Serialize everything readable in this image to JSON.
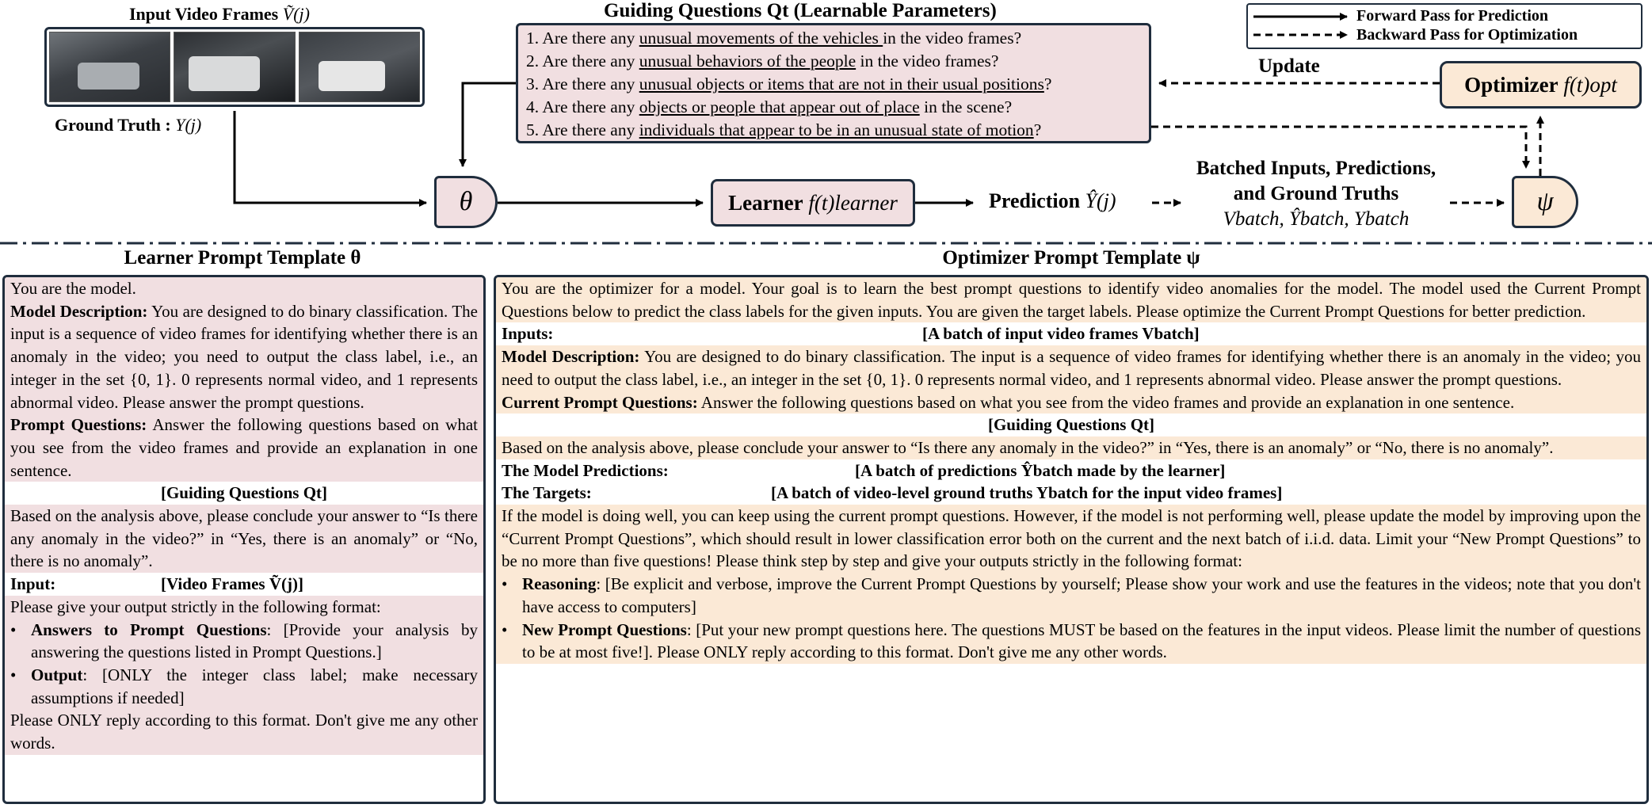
{
  "top": {
    "input_frames_label": "Input Video Frames",
    "input_frames_symbol": "Ṽ(j)",
    "ground_truth_label": "Ground Truth :",
    "ground_truth_symbol": "Y(j)",
    "guiding_title": "Guiding Questions Qt (Learnable Parameters)",
    "questions": [
      {
        "num": "1.",
        "pre": "Are there any ",
        "u": "unusual movements of the vehicles ",
        "post": "in the video frames?"
      },
      {
        "num": "2.",
        "pre": "Are there any ",
        "u": "unusual behaviors of the people",
        "post": " in the video frames?"
      },
      {
        "num": "3.",
        "pre": "Are there any ",
        "u": "unusual objects or items that are not in their usual positions",
        "post": "?"
      },
      {
        "num": "4.",
        "pre": "Are there any ",
        "u": "objects or people that appear out of place",
        "post": " in the scene?"
      },
      {
        "num": "5.",
        "pre": "Are there any ",
        "u": "individuals that appear to be in an unusual state of motion",
        "post": "?"
      }
    ],
    "legend_forward": "Forward Pass for Prediction",
    "legend_backward": "Backward Pass for Optimization",
    "update_label": "Update",
    "optimizer_label": "Optimizer",
    "optimizer_symbol": "f(t)opt",
    "theta_symbol": "θ",
    "learner_label": "Learner",
    "learner_symbol": "f(t)learner",
    "prediction_label": "Prediction",
    "prediction_symbol": "Ŷ(j)",
    "batched_line1": "Batched Inputs, Predictions,",
    "batched_line2": "and Ground Truths",
    "batched_symbols": "Vbatch, Ŷbatch, Ybatch",
    "psi_symbol": "ψ"
  },
  "learner_template": {
    "title": "Learner Prompt Template θ",
    "you_are": "You are the model.",
    "model_desc_label": "Model Description:",
    "model_desc_text": " You are designed to do binary classification. The input is a sequence of video frames for identifying whether there is an anomaly in the video; you need to output the class label, i.e., an integer in the set {0, 1}. 0 represents normal video, and 1 represents abnormal video. Please answer the prompt questions.",
    "prompt_q_label": "Prompt Questions:",
    "prompt_q_text": " Answer the following questions based on what you see from the video frames and provide an explanation in one sentence.",
    "guiding_placeholder": "[Guiding Questions Qt]",
    "conclude_text": "Based on the analysis above, please conclude your answer to “Is there any anomaly in the video?” in “Yes, there is an anomaly” or “No, there is no anomaly”.",
    "input_label": "Input:",
    "input_value": "[Video Frames Ṽ(j)]",
    "format_intro": "Please give your output strictly in the following format:",
    "bullets": [
      {
        "label": "Answers to Prompt Questions",
        "text": ": [Provide your analysis by answering the questions listed in Prompt Questions.]"
      },
      {
        "label": "Output",
        "text": ": [ONLY the integer class label; make necessary assumptions if needed]"
      }
    ],
    "closing": "Please ONLY reply according to this format. Don't give me any other words."
  },
  "optimizer_template": {
    "title": "Optimizer Prompt Template ψ",
    "intro": "You are the optimizer for a model. Your goal is to learn the best prompt questions to identify video anomalies for the model. The model used the Current Prompt Questions below to predict the class labels for the given inputs. You are given the target labels. Please optimize the Current Prompt Questions for better prediction.",
    "inputs_label": "Inputs:",
    "inputs_value": "[A batch of input video frames Vbatch]",
    "model_desc_label": "Model Description:",
    "model_desc_text": " You are designed to do binary classification. The input is a sequence of video frames for identifying whether there is an anomaly in the video; you need to output the class label, i.e., an integer in the set {0, 1}. 0 represents normal video, and 1 represents abnormal video. Please answer the prompt questions.",
    "current_q_label": "Current Prompt Questions:",
    "current_q_text": " Answer the following questions based on what you see from the video frames and provide an explanation in one sentence.",
    "guiding_placeholder": "[Guiding Questions Qt]",
    "conclude_text": "Based on the analysis above, please conclude your answer to “Is there any anomaly in the video?” in “Yes, there is an anomaly” or “No, there is no anomaly”.",
    "predictions_label": "The Model Predictions:",
    "predictions_value": "[A batch of predictions Ŷbatch made by the learner]",
    "targets_label": "The Targets:",
    "targets_value": "[A batch of video-level ground truths Ybatch for the input video frames]",
    "instructions": "If the model is doing well, you can keep using the current prompt questions. However, if the model is not performing well, please update the model by improving upon the “Current Prompt Questions”, which should result in lower classification error both on the current and the next batch of i.i.d. data. Limit your “New Prompt Questions” to be no more than five questions! Please think step by step and give your outputs strictly in the following format:",
    "bullets": [
      {
        "label": "Reasoning",
        "text": ": [Be explicit and verbose, improve the Current Prompt Questions by yourself; Please show your work and use the features in the videos; note that you don't have access to computers]"
      },
      {
        "label": "New Prompt Questions",
        "text": ": [Put your new prompt questions here. The questions MUST be based on the features in the input videos. Please limit the number of questions to be at most five!]. Please ONLY reply according to this format. Don't give me any other words."
      }
    ]
  },
  "colors": {
    "learner_fill": "#f1dfe1",
    "optimizer_fill": "#fbe9d6",
    "border": "#1f2d3d"
  }
}
